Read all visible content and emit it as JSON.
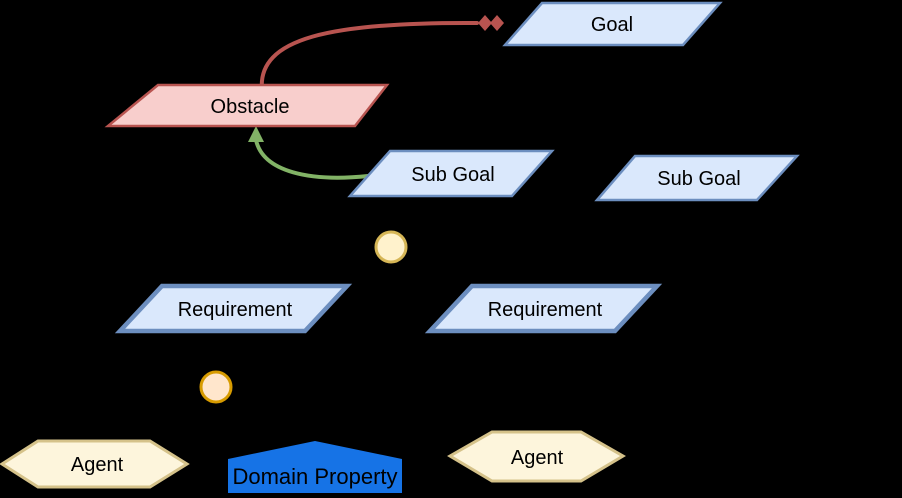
{
  "diagram": {
    "background": "#000000",
    "nodes": {
      "goal": {
        "label": "Goal",
        "fill": "#DAE8FC",
        "stroke": "#6C8EBF"
      },
      "obstacle": {
        "label": "Obstacle",
        "fill": "#F8CECC",
        "stroke": "#B85450"
      },
      "subgoal_left": {
        "label": "Sub Goal",
        "fill": "#DAE8FC",
        "stroke": "#6C8EBF"
      },
      "subgoal_right": {
        "label": "Sub Goal",
        "fill": "#DAE8FC",
        "stroke": "#6C8EBF"
      },
      "requirement_left": {
        "label": "Requirement",
        "fill": "#DAE8FC",
        "stroke": "#6C8EBF"
      },
      "requirement_right": {
        "label": "Requirement",
        "fill": "#DAE8FC",
        "stroke": "#6C8EBF"
      },
      "agent_left": {
        "label": "Agent",
        "fill": "#FDF5DC",
        "stroke": "#D5C28A"
      },
      "agent_right": {
        "label": "Agent",
        "fill": "#FDF5DC",
        "stroke": "#D5C28A"
      },
      "domain_property": {
        "label": "Domain Property",
        "fill": "#1673E6",
        "text_color": "#F2F2F2"
      },
      "refinement_connector_top": {
        "fill": "#FFF2CC",
        "stroke": "#D6B656"
      },
      "refinement_connector_bottom": {
        "fill": "#FFE6CC",
        "stroke": "#D79B00"
      }
    },
    "edges": {
      "obstruction": {
        "color": "#B85450"
      },
      "resolution": {
        "color": "#82B366"
      },
      "refinement": {
        "color": "#000000"
      }
    }
  }
}
